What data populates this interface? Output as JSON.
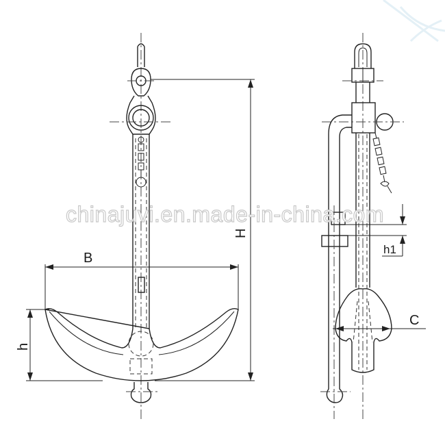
{
  "watermark": "chinajuvi.en.made-in-china.com",
  "dimensions": {
    "B": "B",
    "H": "H",
    "h": "h",
    "h1": "h1",
    "C": "C"
  }
}
